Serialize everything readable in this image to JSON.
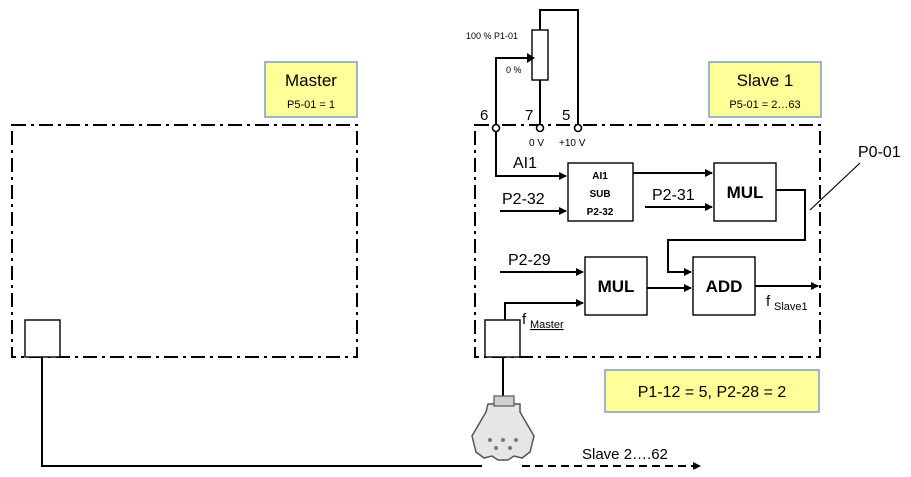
{
  "master": {
    "title": "Master",
    "param": "P5-01 = 1"
  },
  "slave": {
    "title": "Slave 1",
    "param": "P5-01 = 2…63",
    "output_param": "P0-01",
    "settings": "P1-12 = 5, P2-28 = 2",
    "bus_label": "Slave 2….62"
  },
  "potentiometer": {
    "top_label": "100 % P1-01",
    "bottom_label": "0 %"
  },
  "terminals": {
    "t6": "6",
    "t7": "7",
    "t5": "5",
    "v0": "0 V",
    "v10": "+10 V"
  },
  "signals": {
    "ai1": "AI1",
    "p2_32": "P2-32",
    "p2_31": "P2-31",
    "p2_29": "P2-29",
    "f_master_main": "f",
    "f_master_sub": "Master",
    "f_slave_main": "f",
    "f_slave_sub": "Slave1"
  },
  "blocks": {
    "sub_line1": "AI1",
    "sub_line2": "SUB",
    "sub_line3": "P2-32",
    "mul1": "MUL",
    "mul2": "MUL",
    "add": "ADD"
  },
  "colors": {
    "note_fill": "#ffff99",
    "note_border": "#7f9bbf",
    "line": "#000000"
  }
}
